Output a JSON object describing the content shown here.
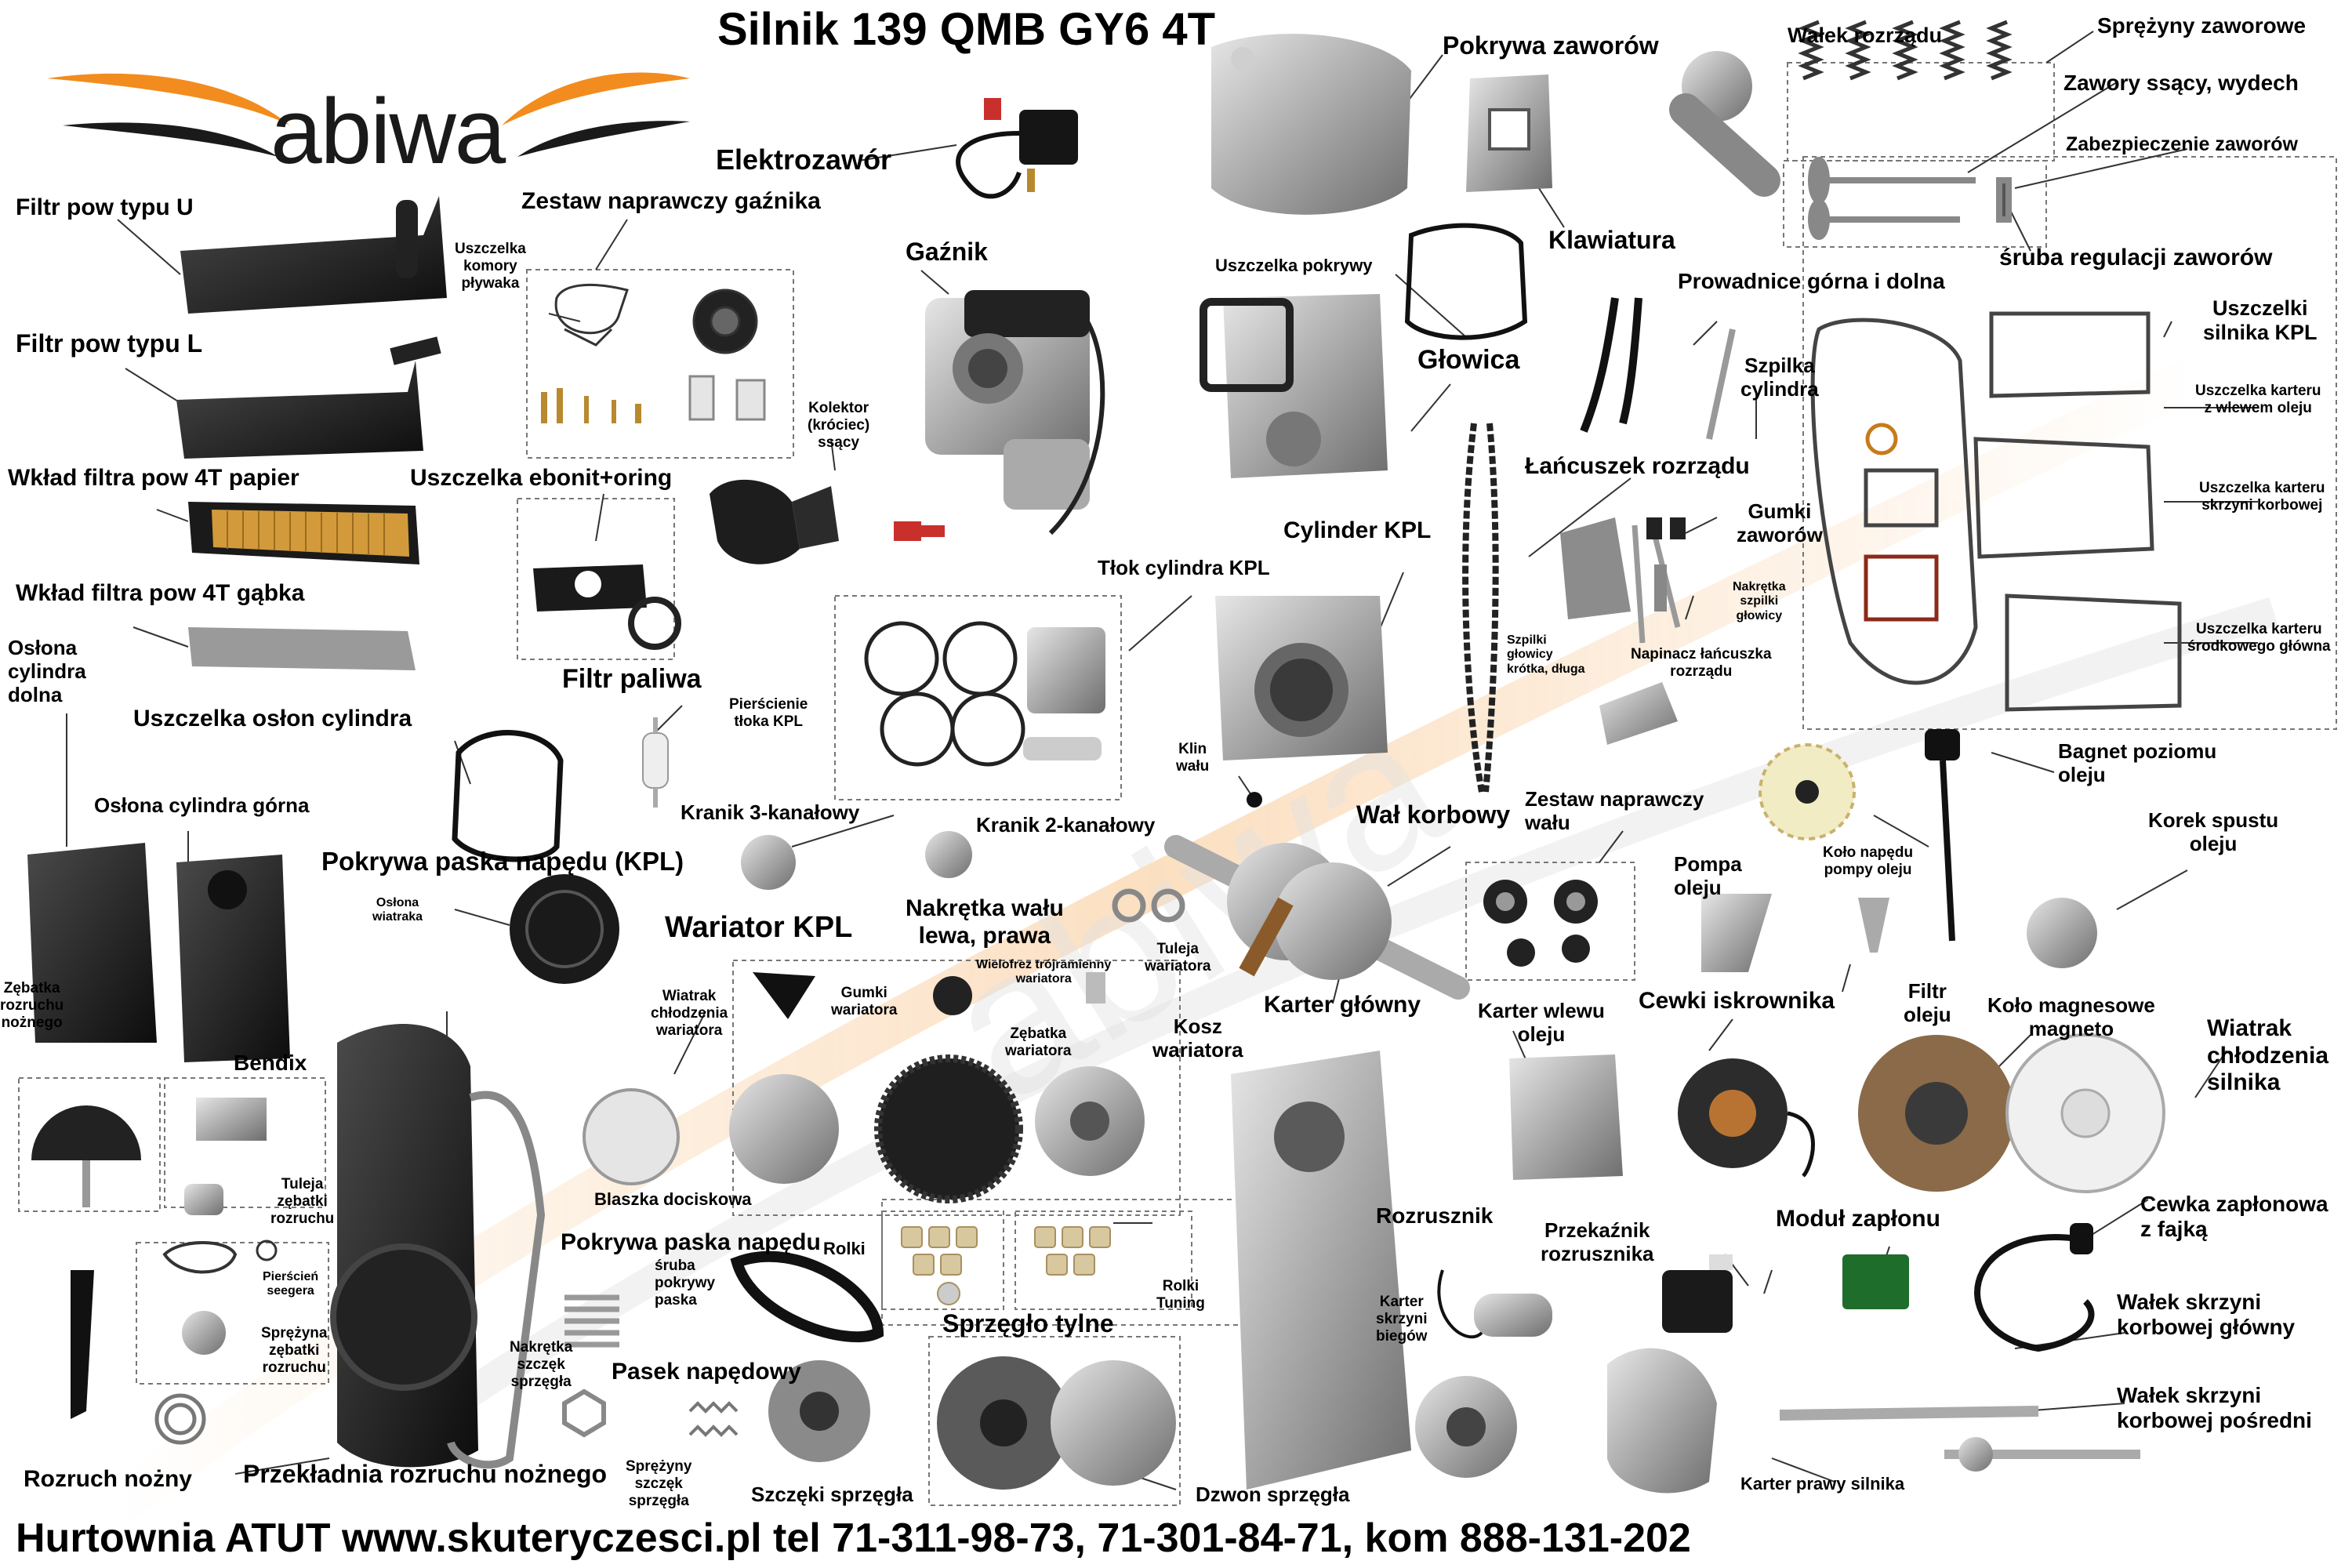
{
  "title": "Silnik 139 QMB GY6 4T",
  "logo": {
    "text": "abiwa",
    "color_orange": "#f28c1e",
    "color_dark": "#1a1a1a"
  },
  "watermark": {
    "text": "abiwa"
  },
  "footer": "Hurtownia ATUT www.skuteryczesci.pl tel 71-311-98-73, 71-301-84-71, kom  888-131-202",
  "labels": {
    "filtr_u": "Filtr pow typu U",
    "filtr_l": "Filtr pow typu L",
    "wklad_papier": "Wkład filtra pow 4T papier",
    "wklad_gabka": "Wkład filtra pow 4T gąbka",
    "oslona_dolna": "Osłona\ncylindra\ndolna",
    "uszczelka_oslon": "Uszczelka osłon cylindra",
    "oslona_gorna": "Osłona cylindra górna",
    "zestaw_gaznika": "Zestaw naprawczy gaźnika",
    "uszczelka_komory": "Uszczelka\nkomory\npływaka",
    "uszczelka_ebonit": "Uszczelka ebonit+oring",
    "filtr_paliwa": "Filtr paliwa",
    "elektrozawor": "Elektrozawór",
    "gaznik": "Gaźnik",
    "kolektor": "Kolektor\n(króciec)\nssący",
    "pokrywa_zaworow": "Pokrywa zaworów",
    "klawiatura": "Klawiatura",
    "uszczelka_pokrywy": "Uszczelka pokrywy",
    "glowica": "Głowica",
    "walek_rozrzadu": "Wałek rozrządu",
    "sprezyny_zaworowe": "Sprężyny zaworowe",
    "zawory": "Zawory ssący, wydech",
    "zabezpieczenie": "Zabezpieczenie zaworów",
    "sruba_regulacji": "śruba regulacji zaworów",
    "prowadnice": "Prowadnice górna i dolna",
    "szpilka_cylindra": "Szpilka\ncylindra",
    "uszczelki_kpl": "Uszczelki\nsilnika KPL",
    "uszczelka_wlew": "Uszczelka karteru\nz wlewem oleju",
    "uszczelka_skrzyni": "Uszczelka karteru\nskrzyni korbowej",
    "uszczelka_srodkowa": "Uszczelka karteru\nśrodkowego główna",
    "lancuszek": "Łańcuszek rozrządu",
    "gumki_zaworow": "Gumki\nzaworów",
    "nakretka_szpilki": "Nakrętka\nszpilki\ngłowicy",
    "szpilki_glowicy": "Szpilki\ngłowicy\nkrótka, długa",
    "napinacz": "Napinacz łańcuszka\nrozrządu",
    "cylinder": "Cylinder KPL",
    "tlok": "Tłok cylindra KPL",
    "pierscienie": "Pierścienie\ntłoka KPL",
    "klin": "Klin\nwału",
    "wal_korbowy": "Wał korbowy",
    "zestaw_walu": "Zestaw naprawczy\nwału",
    "bagnet": "Bagnet poziomu\noleju",
    "kolo_pompy": "Koło napędu\npompy oleju",
    "korek": "Korek spustu\noleju",
    "pompa": "Pompa\noleju",
    "filtr_oleju": "Filtr\noleju",
    "kolo_magnesowe": "Koło magnesowe\nmagneto",
    "wiatrak_silnika": "Wiatrak\nchłodzenia\nsilnika",
    "cewki": "Cewki iskrownika",
    "karter_wlewu": "Karter wlewu\noleju",
    "karter_glowny": "Karter główny",
    "kranik3": "Kranik 3-kanałowy",
    "kranik2": "Kranik 2-kanałowy",
    "nakretka_walu": "Nakrętka wału\nlewa, prawa",
    "pokrywa_kpl": "Pokrywa paska napędu (KPL)",
    "oslona_wiatraka": "Osłona\nwiatraka",
    "wariator": "Wariator KPL",
    "gumki_wariatora": "Gumki\nwariatora",
    "wielofrez": "Wielofrez trójramienny\nwariatora",
    "tuleja_wariatora": "Tuleja\nwariatora",
    "wiatrak_wariatora": "Wiatrak\nchłodzenia\nwariatora",
    "zebatka_wariatora": "Zębatka\nwariatora",
    "kosz": "Kosz\nwariatora",
    "blaszka": "Blaszka dociskowa",
    "zebatka_rozruchu": "Zębatka\nrozruchu\nnożnego",
    "bendix": "Bendix",
    "tuleja_zebatki": "Tuleja\nzębatki\nrozruchu",
    "pierscien": "Pierścień\nseegera",
    "sprezyna_zebatki": "Sprężyna\nzębatki\nrozruchu",
    "rozruch_nozny": "Rozruch nożny",
    "przekladnia": "Przekładnia rozruchu nożnego",
    "pokrywa_paska": "Pokrywa paska napędu",
    "sruba_pokrywy": "śruba\npokrywy\npaska",
    "nakretka_szczek": "Nakrętka\nszczęk\nsprzęgła",
    "pasek": "Pasek napędowy",
    "sprezyny_szczek": "Sprężyny\nszczęk\nsprzęgła",
    "szczeki": "Szczęki sprzęgła",
    "rolki": "Rolki",
    "rolki_tuning": "Rolki\nTuning",
    "sprzeglo": "Sprzęgło tylne",
    "dzwon": "Dzwon sprzęgła",
    "rozrusznik": "Rozrusznik",
    "przekaznik": "Przekaźnik\nrozrusznika",
    "karter_skrzyni": "Karter\nskrzyni\nbiegów",
    "modul": "Moduł zapłonu",
    "cewka_zaplonowa": "Cewka zapłonowa\nz fajką",
    "walek_glowny": "Wałek skrzyni\nkorbowej główny",
    "walek_posredni": "Wałek skrzyni\nkorbowej pośredni",
    "karter_prawy": "Karter prawy silnika"
  }
}
